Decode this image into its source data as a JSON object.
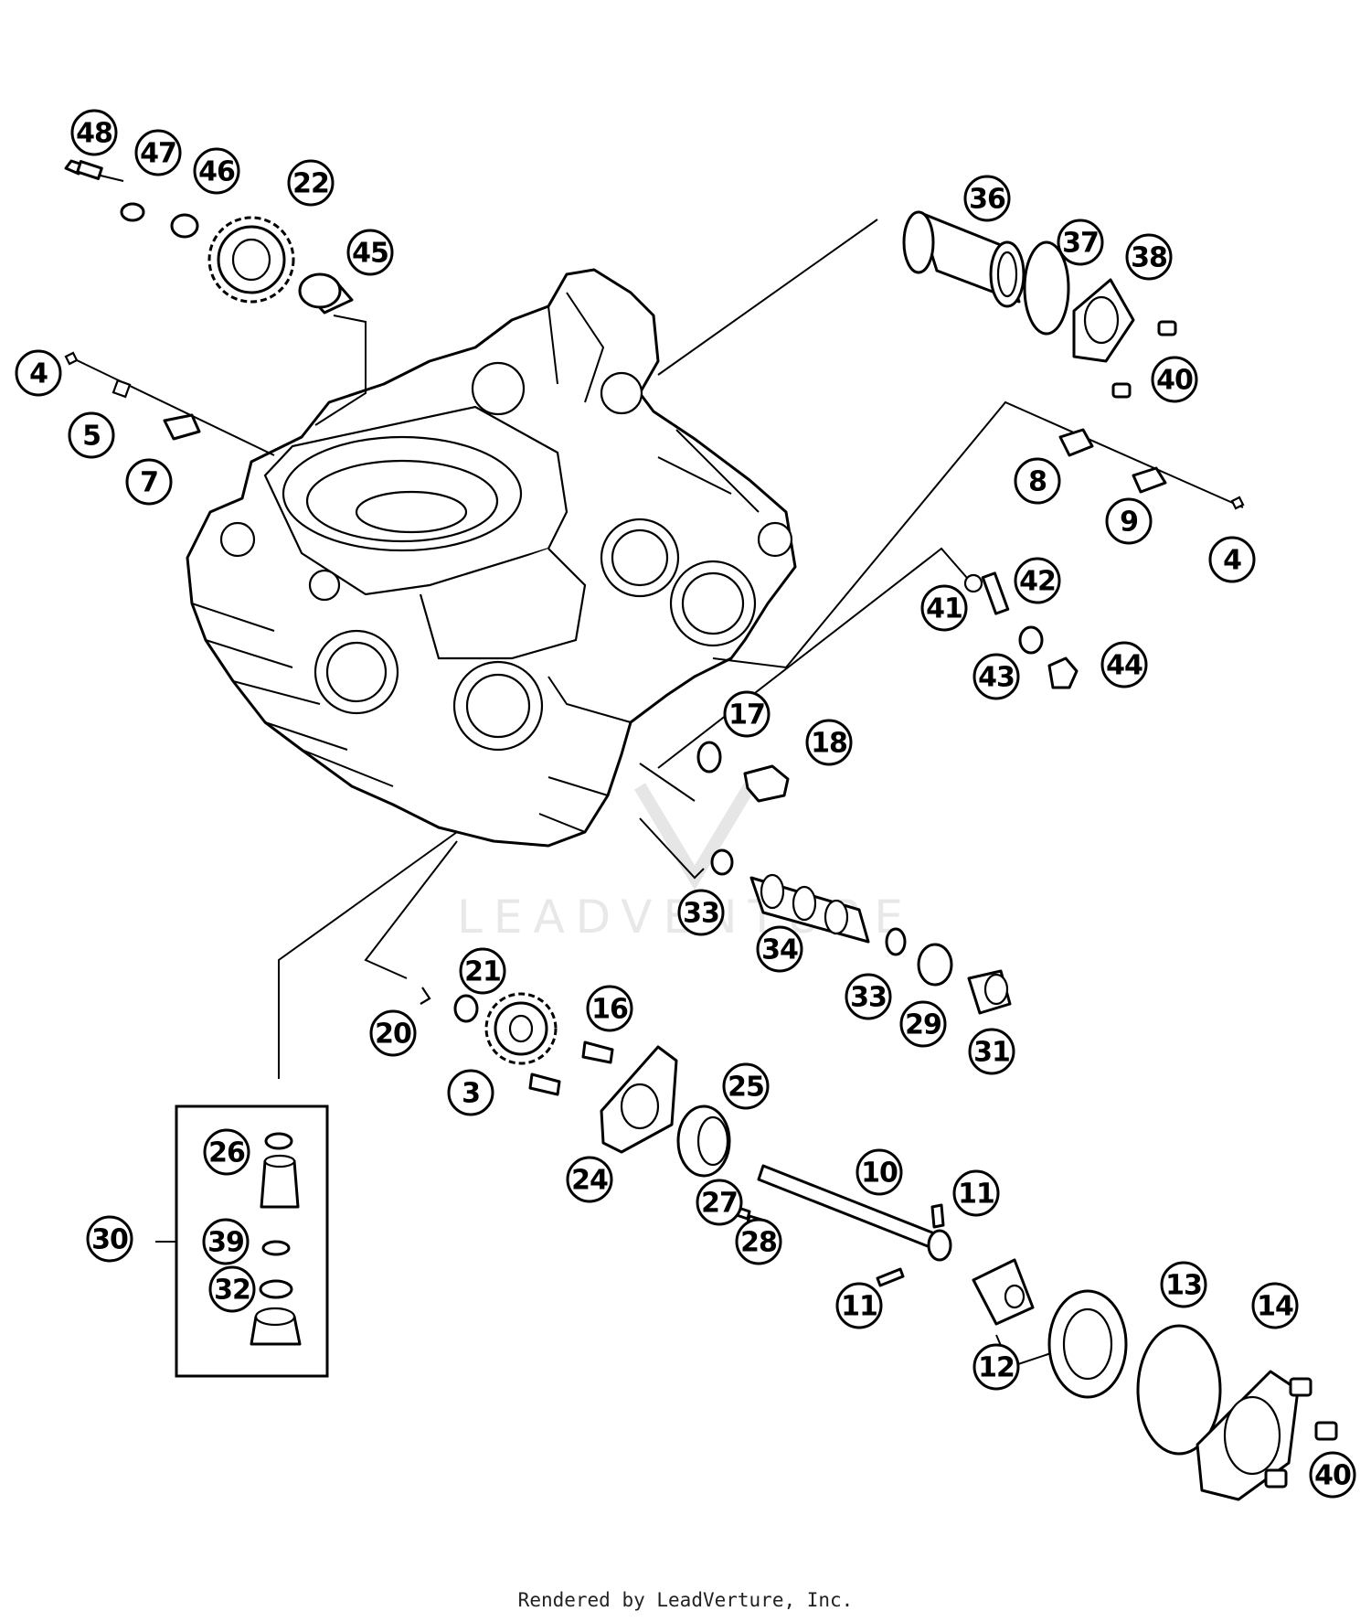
{
  "footer": {
    "text": "Rendered by LeadVerture, Inc."
  },
  "watermark": {
    "text": "LEADVENTURE"
  },
  "callouts": [
    {
      "label": "48"
    },
    {
      "label": "47"
    },
    {
      "label": "46"
    },
    {
      "label": "22"
    },
    {
      "label": "45"
    },
    {
      "label": "4"
    },
    {
      "label": "5"
    },
    {
      "label": "7"
    },
    {
      "label": "36"
    },
    {
      "label": "37"
    },
    {
      "label": "38"
    },
    {
      "label": "40"
    },
    {
      "label": "8"
    },
    {
      "label": "9"
    },
    {
      "label": "4"
    },
    {
      "label": "41"
    },
    {
      "label": "42"
    },
    {
      "label": "43"
    },
    {
      "label": "44"
    },
    {
      "label": "17"
    },
    {
      "label": "18"
    },
    {
      "label": "33"
    },
    {
      "label": "34"
    },
    {
      "label": "33"
    },
    {
      "label": "29"
    },
    {
      "label": "31"
    },
    {
      "label": "21"
    },
    {
      "label": "20"
    },
    {
      "label": "16"
    },
    {
      "label": "3"
    },
    {
      "label": "25"
    },
    {
      "label": "24"
    },
    {
      "label": "10"
    },
    {
      "label": "11"
    },
    {
      "label": "27"
    },
    {
      "label": "28"
    },
    {
      "label": "11"
    },
    {
      "label": "13"
    },
    {
      "label": "14"
    },
    {
      "label": "12"
    },
    {
      "label": "40"
    },
    {
      "label": "26"
    },
    {
      "label": "30"
    },
    {
      "label": "39"
    },
    {
      "label": "32"
    }
  ]
}
